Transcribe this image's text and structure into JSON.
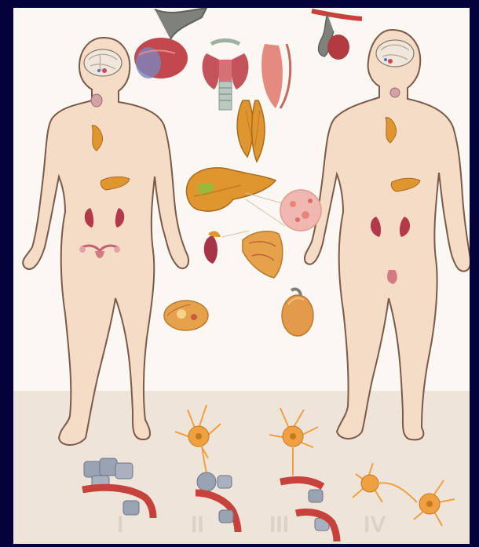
{
  "colors": {
    "frame": "#03033a",
    "background": "#fbf7f3",
    "floor": "#efe4da",
    "skin": "#f5dcc6",
    "outline": "#7a5a4a",
    "gland_orange": "#e0962e",
    "kidney": "#b2384a",
    "vessel": "#c7423c",
    "cell_grey": "#9aa3b3",
    "neuron": "#f0a040",
    "numeral": "#ddd2c6"
  },
  "figures": [
    {
      "id": "female",
      "icons": [
        "brain-icon",
        "pituitary-icon",
        "thyroid-icon",
        "thymus-icon",
        "pancreas-icon",
        "kidneys-icon",
        "uterus-ovaries-icon"
      ]
    },
    {
      "id": "male",
      "icons": [
        "brain-icon",
        "pituitary-icon",
        "thyroid-icon",
        "thymus-icon",
        "pancreas-icon",
        "kidneys-icon",
        "testes-icon"
      ]
    }
  ],
  "organs": [
    "pituitary-icon",
    "thyroid-icon",
    "trachea-icon",
    "hypothalamus-vessel-icon",
    "thymus-icon",
    "pancreas-icon",
    "islet-cells-icon",
    "adrenal-kidney-icon",
    "adrenal-section-icon",
    "ovary-icon",
    "testis-icon"
  ],
  "signaling": [
    {
      "numeral": "I",
      "type": "autocrine-paracrine"
    },
    {
      "numeral": "II",
      "type": "endocrine"
    },
    {
      "numeral": "III",
      "type": "neuroendocrine"
    },
    {
      "numeral": "IV",
      "type": "neural"
    }
  ]
}
